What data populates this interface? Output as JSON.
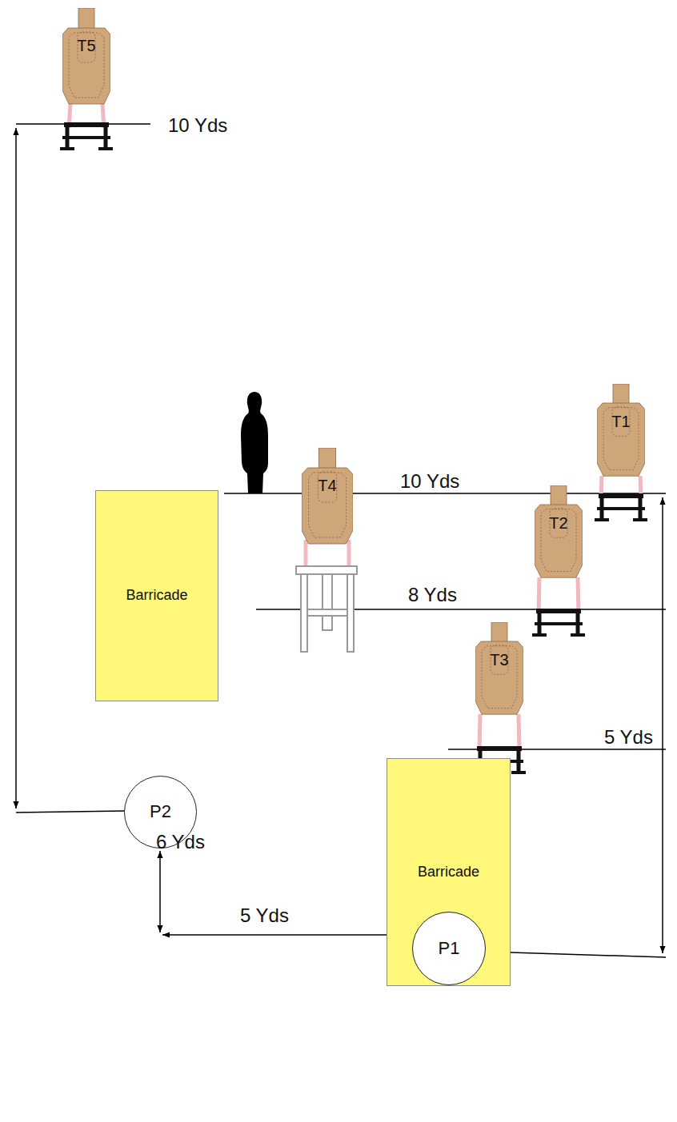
{
  "diagram": {
    "nodes": [
      {
        "text": [
          "T5"
        ]
      },
      {
        "text": [
          "T4"
        ]
      },
      {
        "text": [
          "T1"
        ]
      },
      {
        "text": [
          "T2"
        ]
      },
      {
        "text": [
          "Barricade"
        ]
      },
      {
        "text": [
          "T3"
        ]
      },
      {
        "text": [
          "P2"
        ]
      },
      {
        "text": [
          "Barricade"
        ]
      },
      {
        "text": [
          "P1"
        ]
      }
    ],
    "labels": [
      "10 Yds",
      "10 Yds",
      "8 Yds",
      "5 Yds",
      "6 Yds",
      "5 Yds"
    ]
  }
}
